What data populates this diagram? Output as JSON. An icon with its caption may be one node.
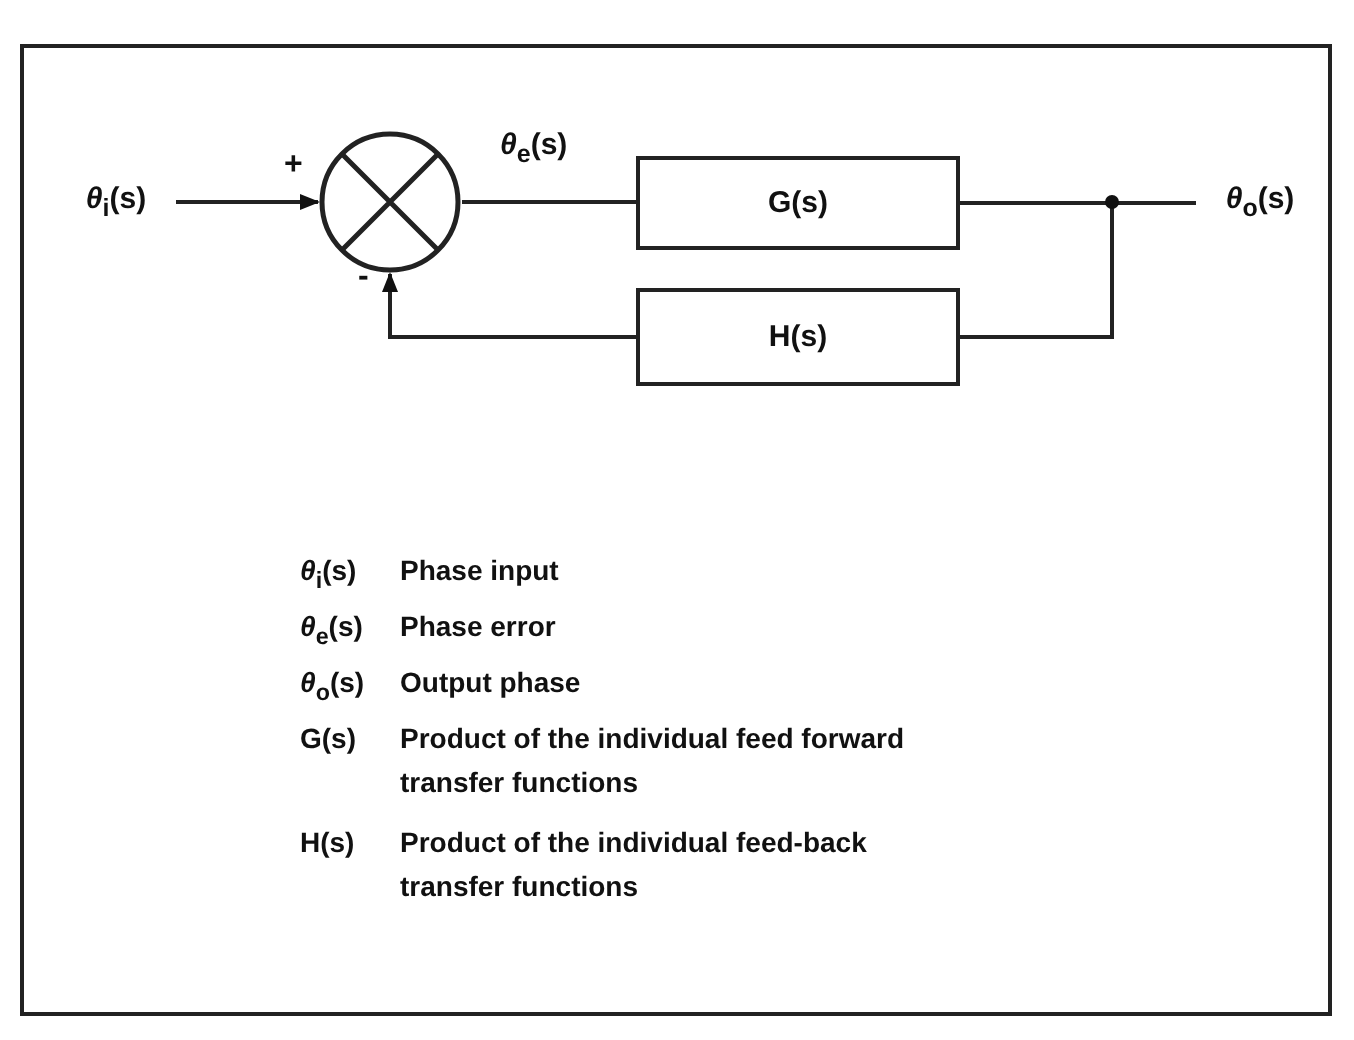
{
  "diagram": {
    "nodes": [
      {
        "text": [
          "*θ*$_{i}$(s)"
        ]
      },
      {
        "text": [],
        "shape": "circle"
      },
      {
        "text": [
          "G(s)"
        ]
      },
      {
        "text": [
          "H(s)"
        ]
      },
      {
        "text": [
          "*θ*$_{o}$(s)"
        ]
      }
    ],
    "edges": [
      {
        "from": 0,
        "to": 1,
        "arrow": "to"
      },
      {
        "from": 1,
        "to": 2,
        "arrow": "none",
        "label": "*θ*$_{e}$(s)"
      },
      {
        "from": 2,
        "to": 4,
        "arrow": "none"
      },
      {
        "from": 2,
        "to": 3,
        "arrow": "none"
      },
      {
        "from": 3,
        "to": 1,
        "arrow": "to"
      }
    ],
    "labels": [
      "+",
      "-",
      "*θ*$_{i}$(s)",
      "Phase input",
      "*θ*$_{e}$(s)",
      "Phase error",
      "*θ*$_{o}$(s)",
      "Output phase",
      "G(s)",
      "Product of the individual feed forward transfer functions",
      "H(s)",
      "Product of the individual feed-back transfer functions"
    ]
  }
}
